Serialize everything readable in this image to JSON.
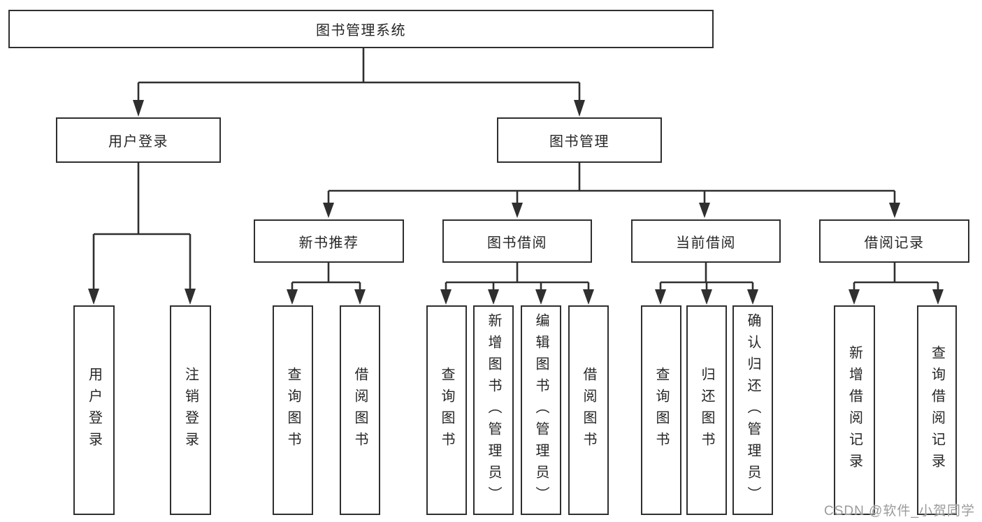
{
  "tree": {
    "root": {
      "label": "图书管理系统"
    },
    "branches": [
      {
        "label": "用户登录",
        "children": [
          {
            "label": "用户登录"
          },
          {
            "label": "注销登录"
          }
        ]
      },
      {
        "label": "图书管理",
        "children": [
          {
            "label": "新书推荐",
            "children": [
              {
                "label": "查询图书"
              },
              {
                "label": "借阅图书"
              }
            ]
          },
          {
            "label": "图书借阅",
            "children": [
              {
                "label": "查询图书"
              },
              {
                "label": "新增图书（管理员）"
              },
              {
                "label": "编辑图书（管理员）"
              },
              {
                "label": "借阅图书"
              }
            ]
          },
          {
            "label": "当前借阅",
            "children": [
              {
                "label": "查询图书"
              },
              {
                "label": "归还图书"
              },
              {
                "label": "确认归还（管理员）"
              }
            ]
          },
          {
            "label": "借阅记录",
            "children": [
              {
                "label": "新增借阅记录"
              },
              {
                "label": "查询借阅记录"
              }
            ]
          }
        ]
      }
    ]
  },
  "watermark": {
    "text": "CSDN @软件_小贺同学"
  },
  "colors": {
    "line": "#2f2f2f",
    "box_border": "#2f2f2f",
    "text": "#262626",
    "watermark": "#9b9b9b",
    "background": "#ffffff"
  }
}
